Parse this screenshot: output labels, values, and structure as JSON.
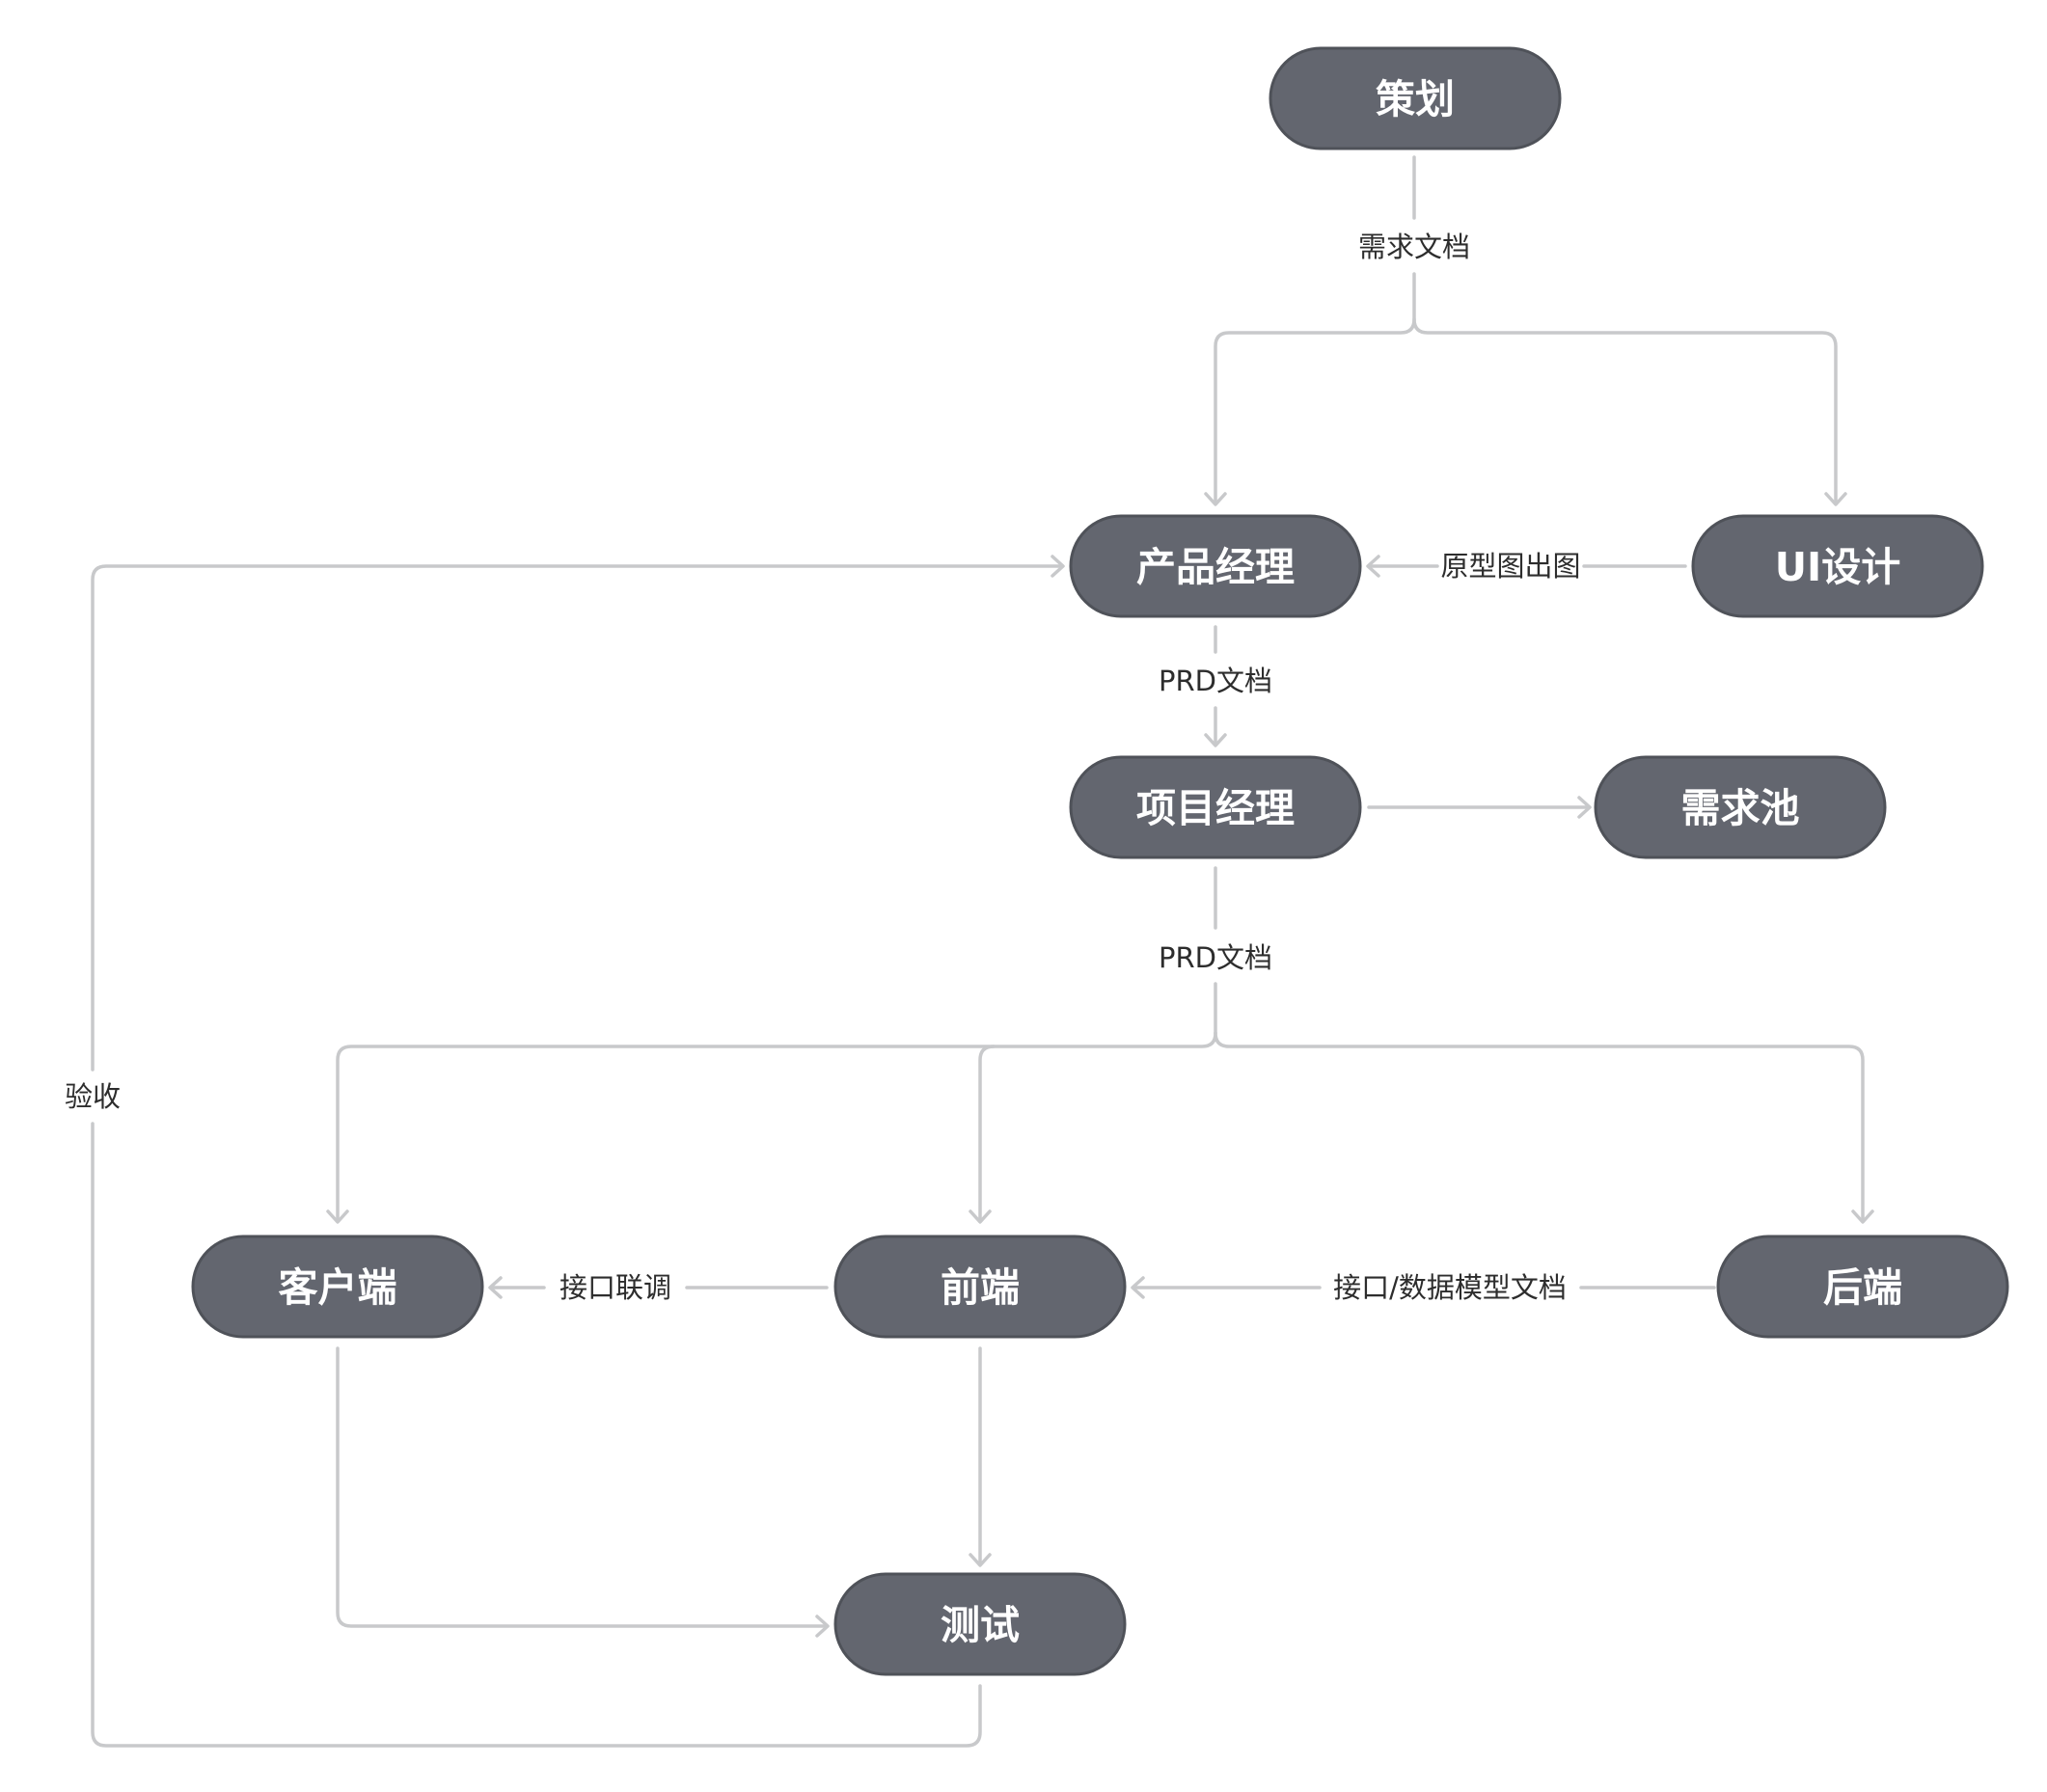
{
  "nodes": {
    "planning": "策划",
    "product_manager": "产品经理",
    "ui_design": "UI设计",
    "project_manager": "项目经理",
    "requirement_pool": "需求池",
    "client": "客户端",
    "frontend": "前端",
    "backend": "后端",
    "testing": "测试"
  },
  "edges": {
    "requirement_doc": "需求文档",
    "prototype_export": "原型图出图",
    "prd_doc_1": "PRD文档",
    "prd_doc_2": "PRD文档",
    "interface_debug": "接口联调",
    "interface_data_model_doc": "接口/数据模型文档",
    "acceptance": "验收"
  },
  "colors": {
    "node_fill": "#63666f",
    "node_border": "#4f5259",
    "node_text": "#ffffff",
    "connector": "#c8c9cb",
    "label_text": "#2d2d2d"
  }
}
